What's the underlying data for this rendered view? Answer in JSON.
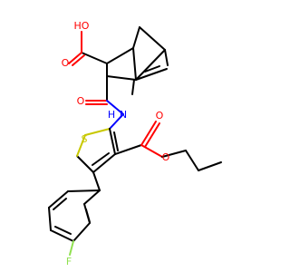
{
  "molecule": {
    "atoms": {
      "ho": "HO",
      "o_acid": "O",
      "o_amide": "O",
      "nh": "N",
      "nh_h": "H",
      "s": "S",
      "o_ester_carbonyl": "O",
      "o_ester": "O",
      "f": "F"
    },
    "colors": {
      "carbon": "#000000",
      "oxygen": "#ff0000",
      "nitrogen": "#0000ff",
      "sulfur": "#c8c800",
      "fluorine": "#90e050"
    }
  }
}
